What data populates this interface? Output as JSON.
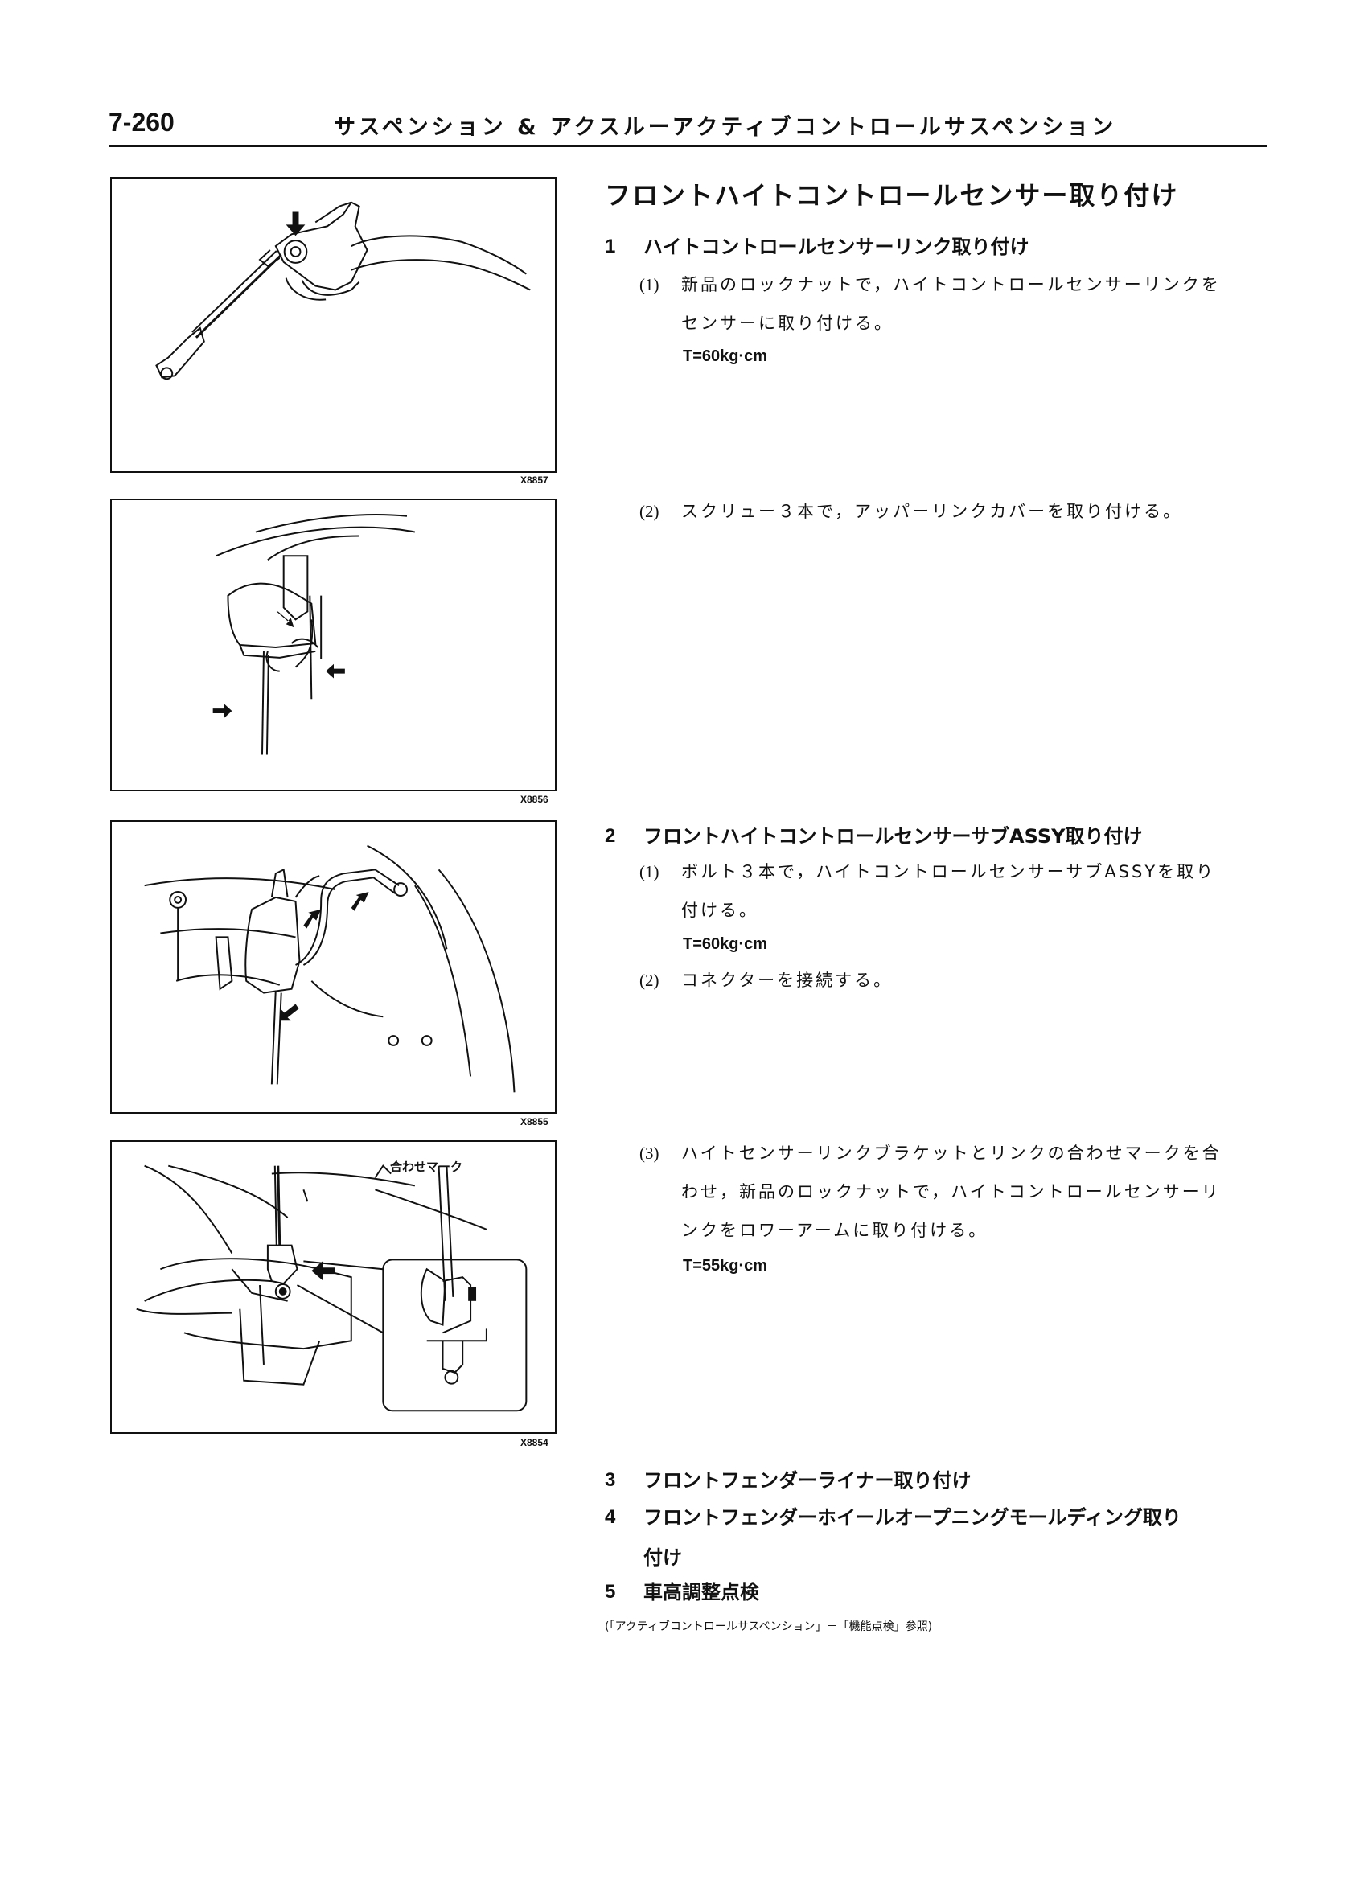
{
  "header": {
    "page_number": "7-260",
    "chapter_title": "サスペンション & アクスルーアクティブコントロールサスペンション"
  },
  "section_title": "フロントハイトコントロールセンサー取り付け",
  "figures": [
    {
      "code": "X8857"
    },
    {
      "code": "X8856"
    },
    {
      "code": "X8855"
    },
    {
      "code": "X8854",
      "callout": "合わせマーク"
    }
  ],
  "steps": [
    {
      "num": "1",
      "title": "ハイトコントロールセンサーリンク取り付け",
      "subs": [
        {
          "num": "(1)",
          "lines": [
            "新品のロックナットで，ハイトコントロールセンサーリンクを",
            "センサーに取り付ける。"
          ],
          "torque": "T=60kg·cm"
        },
        {
          "num": "(2)",
          "lines": [
            "スクリュー３本で，アッパーリンクカバーを取り付ける。"
          ]
        }
      ]
    },
    {
      "num": "2",
      "title": "フロントハイトコントロールセンサーサブASSY取り付け",
      "subs": [
        {
          "num": "(1)",
          "lines": [
            "ボルト３本で，ハイトコントロールセンサーサブASSYを取り",
            "付ける。"
          ],
          "torque": "T=60kg·cm"
        },
        {
          "num": "(2)",
          "lines": [
            "コネクターを接続する。"
          ]
        },
        {
          "num": "(3)",
          "lines": [
            "ハイトセンサーリンクブラケットとリンクの合わせマークを合",
            "わせ，新品のロックナットで，ハイトコントロールセンサーリ",
            "ンクをロワーアームに取り付ける。"
          ],
          "torque": "T=55kg·cm"
        }
      ]
    },
    {
      "num": "3",
      "title": "フロントフェンダーライナー取り付け"
    },
    {
      "num": "4",
      "title_lines": [
        "フロントフェンダーホイールオープニングモールディング取り",
        "付け"
      ]
    },
    {
      "num": "5",
      "title": "車高調整点検"
    }
  ],
  "note": "(「アクティブコントロールサスペンション」－「機能点検」参照)"
}
